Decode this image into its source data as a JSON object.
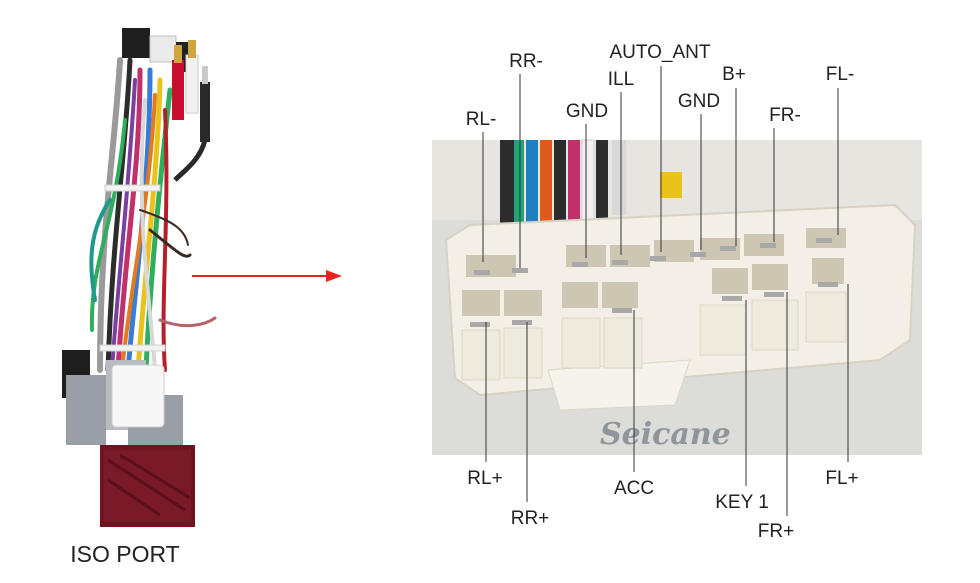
{
  "caption": "ISO PORT",
  "brand": "Seicane",
  "colors": {
    "arrow": "#e8231f",
    "leader_line": "#333333",
    "connector_body": "#f3efe6",
    "photo_bg": "#dcdcd8",
    "brand_text": "#8f959a"
  },
  "pin_labels": {
    "rr_minus": "RR-",
    "auto_ant": "AUTO_ANT",
    "ill": "ILL",
    "b_plus": "B+",
    "fl_minus": "FL-",
    "rl_minus": "RL-",
    "gnd_left": "GND",
    "gnd_right": "GND",
    "fr_minus": "FR-",
    "rl_plus": "RL+",
    "rr_plus": "RR+",
    "acc": "ACC",
    "key1": "KEY 1",
    "fr_plus": "FR+",
    "fl_plus": "FL+"
  }
}
